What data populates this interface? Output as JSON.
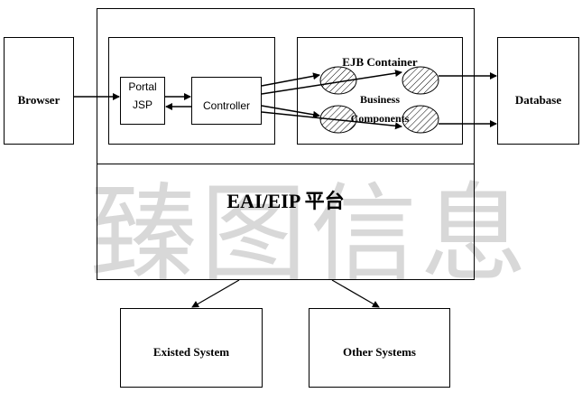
{
  "watermark": "臻图信息",
  "nodes": {
    "browser": "Browser",
    "portal_line1": "Portal",
    "portal_line2": "JSP",
    "controller": "Controller",
    "ejb_container": "EJB Container",
    "business_line1": "Business",
    "business_line2": "Components",
    "database": "Database",
    "platform": "EAI/EIP 平台",
    "existed_system": "Existed System",
    "other_systems": "Other Systems"
  }
}
